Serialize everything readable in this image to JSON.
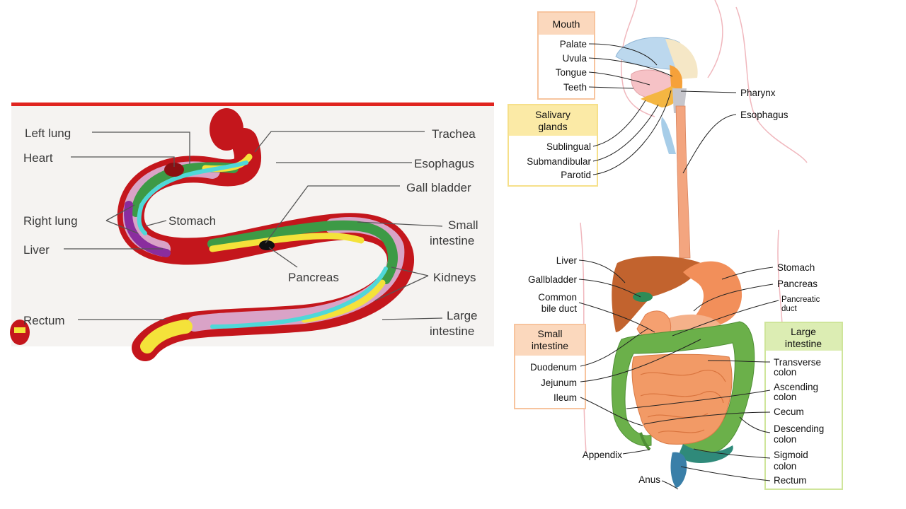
{
  "snake": {
    "labels": {
      "left_lung": "Left lung",
      "heart": "Heart",
      "right_lung": "Right lung",
      "stomach": "Stomach",
      "liver": "Liver",
      "rectum": "Rectum",
      "trachea": "Trachea",
      "esophagus": "Esophagus",
      "gall_bladder": "Gall bladder",
      "small_intestine_1": "Small",
      "small_intestine_2": "intestine",
      "pancreas": "Pancreas",
      "kidneys": "Kidneys",
      "large_intestine_1": "Large",
      "large_intestine_2": "intestine"
    }
  },
  "human": {
    "mouth": {
      "header": "Mouth",
      "items": [
        "Palate",
        "Uvula",
        "Tongue",
        "Teeth"
      ]
    },
    "salivary": {
      "header_1": "Salivary",
      "header_2": "glands",
      "items": [
        "Sublingual",
        "Submandibular",
        "Parotid"
      ]
    },
    "pharynx": "Pharynx",
    "esophagus": "Esophagus",
    "liver": "Liver",
    "gallbladder": "Gallbladder",
    "common_bile_1": "Common",
    "common_bile_2": "bile duct",
    "stomach": "Stomach",
    "pancreas": "Pancreas",
    "pancreatic_1": "Pancreatic",
    "pancreatic_2": "duct",
    "small_intestine": {
      "header_1": "Small",
      "header_2": "intestine",
      "items": [
        "Duodenum",
        "Jejunum",
        "Ileum"
      ]
    },
    "large_intestine": {
      "header_1": "Large",
      "header_2": "intestine",
      "transverse_1": "Transverse",
      "transverse_2": "colon",
      "ascending_1": "Ascending",
      "ascending_2": "colon",
      "cecum": "Cecum",
      "descending_1": "Descending",
      "descending_2": "colon",
      "sigmoid_1": "Sigmoid",
      "sigmoid_2": "colon",
      "rectum": "Rectum"
    },
    "appendix": "Appendix",
    "anus": "Anus"
  },
  "colors": {
    "snake_red": "#c4161c",
    "snake_green": "#3d9a46",
    "snake_yellow": "#f4e23a",
    "snake_cyan": "#4fd8d8",
    "snake_purple": "#8a2d9e",
    "snake_pink": "#d9a3c7",
    "mouth_box": "#fbd8bd",
    "salivary_box": "#fbeaa6",
    "small_int_box": "#fbd8bd",
    "large_int_box": "#dcedb3",
    "liver": "#c2632e",
    "stomach": "#f28f5a",
    "small_intestine": "#f29a66",
    "large_intestine": "#6bb04a"
  }
}
